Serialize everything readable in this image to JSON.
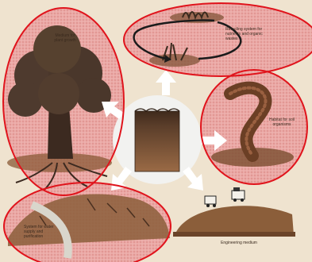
{
  "diagram": {
    "labels": {
      "plant_growth": "Medium for plant growth",
      "recycling": "Recycling system for nutrients and organic wastes",
      "habitat": "Habitat for soil organisms",
      "water": "System for water supply and purification",
      "engineering": "Engineering medium"
    },
    "colors": {
      "background": "#efe3cf",
      "highlight_ring": "#e0141c",
      "highlight_fill": "#e9a6a3",
      "soil": "#8a5a35",
      "arrow": "#ffffff",
      "hub": "#f2f2f0"
    },
    "icons": [
      "tree-icon",
      "plants-recycling-icon",
      "earthworm-icon",
      "hillside-stream-icon",
      "construction-vehicles-icon",
      "soil-profile-icon"
    ]
  }
}
